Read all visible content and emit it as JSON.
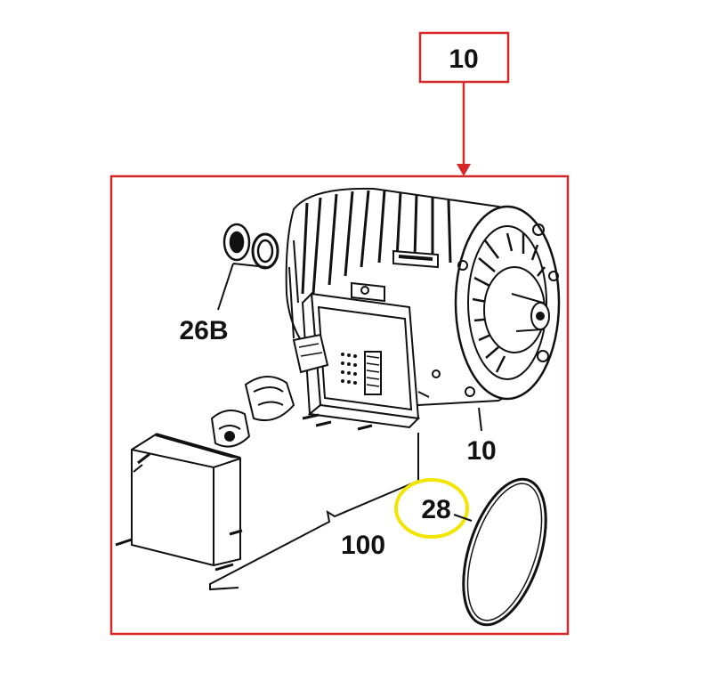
{
  "diagram": {
    "top_callout": "10",
    "labels": {
      "gasket_pair": "26B",
      "motor": "10",
      "electronics_assembly": "100",
      "o_ring": "28"
    },
    "colors": {
      "frame_red": "#d62828",
      "highlight_yellow": "#f2e600",
      "line_art": "#111111"
    }
  }
}
